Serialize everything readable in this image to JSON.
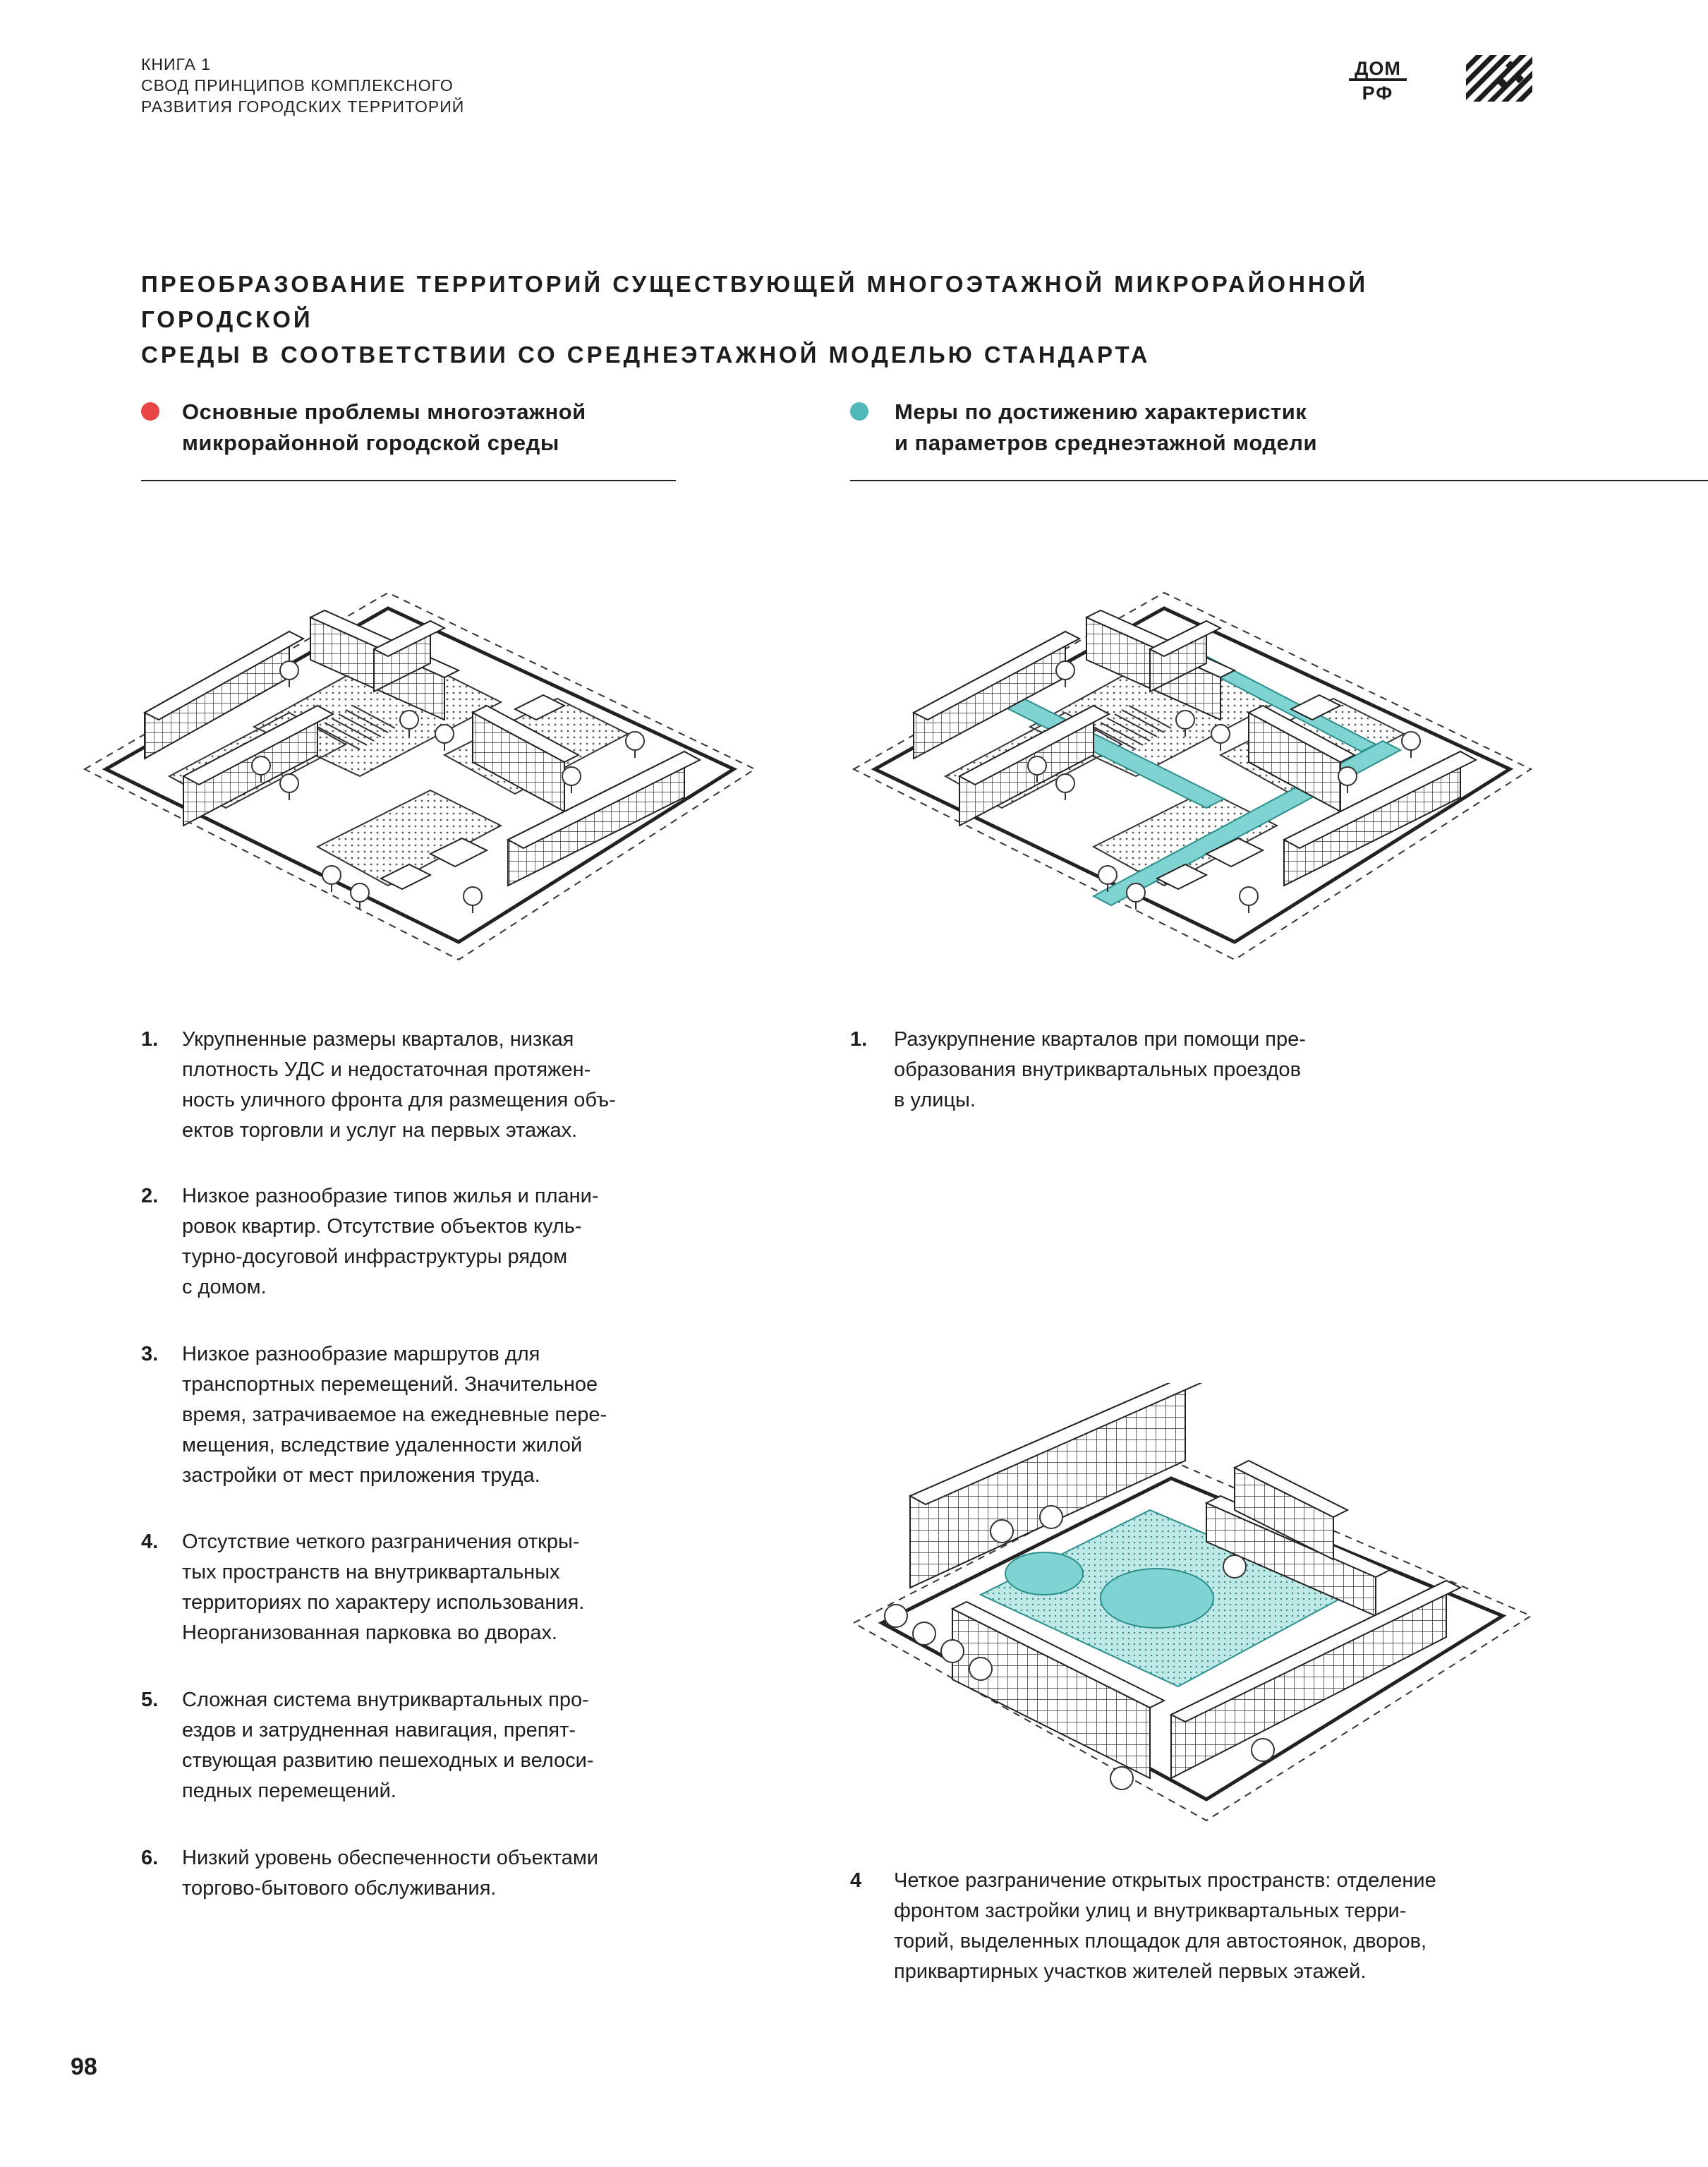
{
  "header": {
    "book_lines": [
      "КНИГА 1",
      "СВОД ПРИНЦИПОВ КОМПЛЕКСНОГО",
      "РАЗВИТИЯ ГОРОДСКИХ ТЕРРИТОРИЙ"
    ],
    "logo_dom_line1": "ДОМ",
    "logo_dom_line2": "РФ"
  },
  "title_lines": [
    "ПРЕОБРАЗОВАНИЕ ТЕРРИТОРИЙ СУЩЕСТВУЮЩЕЙ МНОГОЭТАЖНОЙ МИКРОРАЙОННОЙ ГОРОДСКОЙ",
    "СРЕДЫ В СООТВЕТСТВИИ СО СРЕДНЕЭТАЖНОЙ МОДЕЛЬЮ СТАНДАРТА"
  ],
  "left": {
    "heading_lines": [
      "Основные проблемы многоэтажной",
      "микрорайонной городской среды"
    ],
    "dot_color": "#e84545",
    "items": [
      {
        "num": "1.",
        "lines": [
          "Укрупненные размеры кварталов, низкая",
          "плотность УДС и недостаточная протяжен-",
          "ность уличного фронта для размещения объ-",
          "ектов торговли и услуг на первых этажах."
        ]
      },
      {
        "num": "2.",
        "lines": [
          "Низкое разнообразие типов жилья и плани-",
          "ровок квартир. Отсутствие объектов куль-",
          "турно-досуговой инфраструктуры рядом",
          "с домом."
        ]
      },
      {
        "num": "3.",
        "lines": [
          "Низкое разнообразие маршрутов для",
          "транспортных перемещений. Значительное",
          "время, затрачиваемое на ежедневные пере-",
          "мещения, вследствие удаленности жилой",
          "застройки от мест приложения труда."
        ]
      },
      {
        "num": "4.",
        "lines": [
          "Отсутствие четкого разграничения откры-",
          "тых пространств на внутриквартальных",
          "территориях по характеру использования.",
          "Неорганизованная парковка во дворах."
        ]
      },
      {
        "num": "5.",
        "lines": [
          "Сложная система внутриквартальных про-",
          "ездов и затрудненная навигация, препят-",
          "ствующая развитию пешеходных и велоси-",
          "педных перемещений."
        ]
      },
      {
        "num": "6.",
        "lines": [
          "Низкий уровень обеспеченности объектами",
          "торгово-бытового обслуживания."
        ]
      }
    ]
  },
  "right": {
    "heading_lines": [
      "Меры по достижению характеристик",
      "и параметров среднеэтажной модели"
    ],
    "dot_color": "#4fb8b8",
    "items": [
      {
        "num": "1.",
        "lines": [
          "Разукрупнение кварталов при помощи пре-",
          "образования внутриквартальных проездов",
          "в улицы."
        ]
      },
      {
        "num": "4",
        "lines": [
          "Четкое разграничение открытых пространств: отделение",
          "фронтом застройки улиц и внутриквартальных терри-",
          "торий, выделенных площадок для автостоянок, дворов,",
          "приквартирных участков жителей первых этажей."
        ]
      }
    ]
  },
  "accent_color": "#4fb8b8",
  "problem_color": "#e84545",
  "page_number": "98"
}
